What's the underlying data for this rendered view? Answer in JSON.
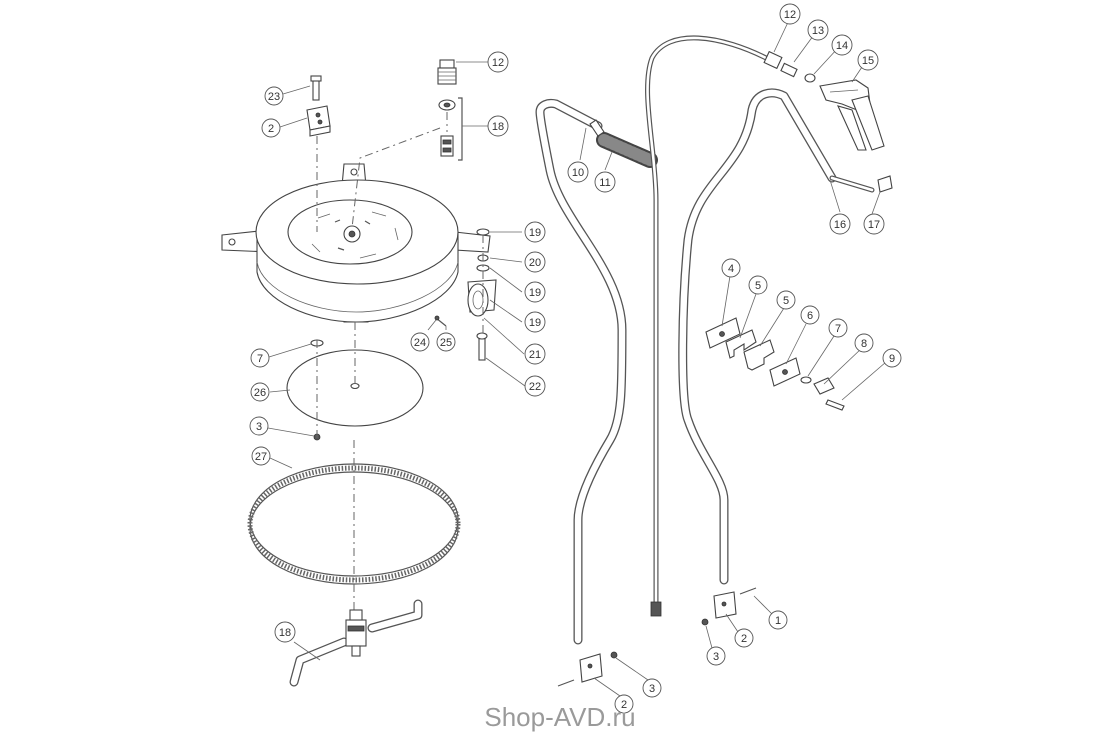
{
  "watermark": "Shop-AVD.ru",
  "callouts": [
    {
      "id": "c1",
      "text": "23"
    },
    {
      "id": "c2",
      "text": "2"
    },
    {
      "id": "c3",
      "text": "12"
    },
    {
      "id": "c4",
      "text": "18"
    },
    {
      "id": "c5",
      "text": "19"
    },
    {
      "id": "c6",
      "text": "20"
    },
    {
      "id": "c7",
      "text": "19"
    },
    {
      "id": "c8",
      "text": "19"
    },
    {
      "id": "c9",
      "text": "21"
    },
    {
      "id": "c10",
      "text": "22"
    },
    {
      "id": "c11",
      "text": "24"
    },
    {
      "id": "c12",
      "text": "25"
    },
    {
      "id": "c13",
      "text": "7"
    },
    {
      "id": "c14",
      "text": "26"
    },
    {
      "id": "c15",
      "text": "3"
    },
    {
      "id": "c16",
      "text": "27"
    },
    {
      "id": "c17",
      "text": "18"
    },
    {
      "id": "c18",
      "text": "10"
    },
    {
      "id": "c19",
      "text": "11"
    },
    {
      "id": "c20",
      "text": "12"
    },
    {
      "id": "c21",
      "text": "13"
    },
    {
      "id": "c22",
      "text": "14"
    },
    {
      "id": "c23",
      "text": "15"
    },
    {
      "id": "c24",
      "text": "16"
    },
    {
      "id": "c25",
      "text": "17"
    },
    {
      "id": "c26",
      "text": "4"
    },
    {
      "id": "c27",
      "text": "5"
    },
    {
      "id": "c28",
      "text": "5"
    },
    {
      "id": "c29",
      "text": "6"
    },
    {
      "id": "c30",
      "text": "7"
    },
    {
      "id": "c31",
      "text": "8"
    },
    {
      "id": "c32",
      "text": "9"
    },
    {
      "id": "c33",
      "text": "1"
    },
    {
      "id": "c34",
      "text": "2"
    },
    {
      "id": "c35",
      "text": "3"
    },
    {
      "id": "c36",
      "text": "3"
    },
    {
      "id": "c37",
      "text": "2"
    }
  ]
}
